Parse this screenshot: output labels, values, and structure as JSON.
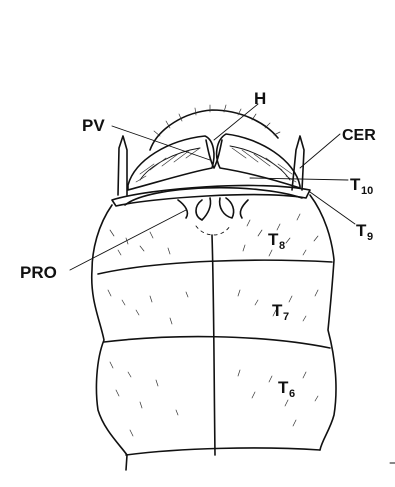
{
  "figure": {
    "labels": {
      "pv": "PV",
      "h": "H",
      "cer": "CER",
      "t10_main": "T",
      "t10_sub": "10",
      "t9_main": "T",
      "t9_sub": "9",
      "t8_main": "T",
      "t8_sub": "8",
      "t7_main": "T",
      "t7_sub": "7",
      "t6_main": "T",
      "t6_sub": "6",
      "pro": "PRO"
    }
  }
}
